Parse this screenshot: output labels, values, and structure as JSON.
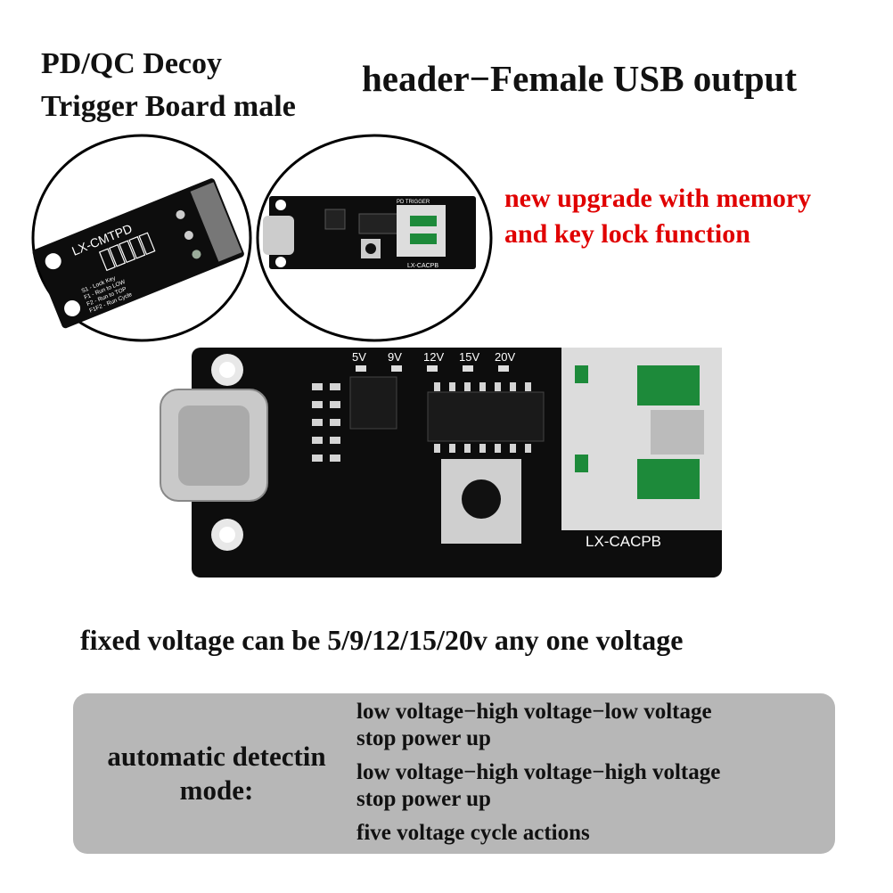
{
  "headings": {
    "left_line1": "PD/QC Decoy",
    "left_line2": "Trigger Board male",
    "right": "header−Female USB output"
  },
  "feature": {
    "line1": "new upgrade with memory",
    "line2": "and key lock function"
  },
  "back_board": {
    "model": "LX-CMTPD",
    "legend": [
      "S1 - Lock Key",
      "F1 - Run to LOW",
      "F2 - Run to TOP",
      "F1F2 - Run Cycle"
    ]
  },
  "front_board": {
    "model": "LX-CACPB",
    "header_label": "PD TRIGGER",
    "voltage_leds": [
      "5V",
      "9V",
      "12V",
      "15V",
      "20V"
    ]
  },
  "fixed_voltage": "fixed voltage can be 5/9/12/15/20v any one voltage",
  "modes_panel": {
    "label_line1": "automatic detectin",
    "label_line2": "mode:",
    "lines": [
      "low voltage−high voltage−low voltage",
      "stop power up",
      "low voltage−high voltage−high voltage",
      "stop power up",
      "five voltage cycle actions"
    ]
  },
  "colors": {
    "accent_red": "#e00000",
    "panel": "#b7b7b7",
    "pcb": "#0d0d0d"
  }
}
